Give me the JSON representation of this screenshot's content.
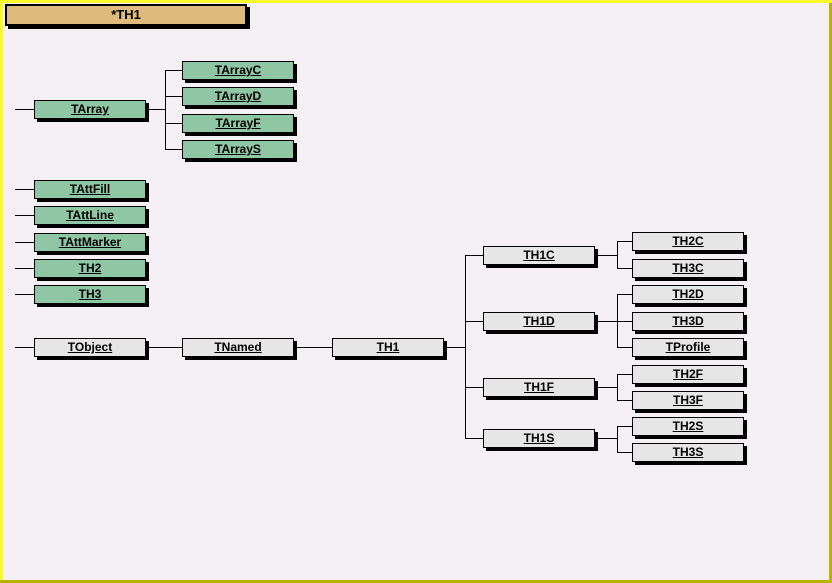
{
  "title": "*TH1",
  "colors": {
    "background": "#f4f0f4",
    "frame_light": "#f8f82a",
    "frame_dark": "#b9b200",
    "title_box": "#deba7d",
    "green_box": "#8fc7a4",
    "gray_box": "#e6e6e6",
    "line": "#000000",
    "text": "#000000"
  },
  "nodes": {
    "tarray": "TArray",
    "tarrayc": "TArrayC",
    "tarrayd": "TArrayD",
    "tarrayf": "TArrayF",
    "tarrays": "TArrayS",
    "tattfill": "TAttFill",
    "tattline": "TAttLine",
    "tattmarker": "TAttMarker",
    "th2": "TH2",
    "th3": "TH3",
    "tobject": "TObject",
    "tnamed": "TNamed",
    "th1": "TH1",
    "th1c": "TH1C",
    "th1d": "TH1D",
    "th1f": "TH1F",
    "th1s": "TH1S",
    "th2c": "TH2C",
    "th3c": "TH3C",
    "th2d": "TH2D",
    "th3d": "TH3D",
    "tprofile": "TProfile",
    "th2f": "TH2F",
    "th3f": "TH3F",
    "th2s": "TH2S",
    "th3s": "TH3S"
  },
  "hierarchy": {
    "roots": [
      {
        "class": "TArray",
        "children": [
          "TArrayC",
          "TArrayD",
          "TArrayF",
          "TArrayS"
        ]
      },
      {
        "class": "TAttFill"
      },
      {
        "class": "TAttLine"
      },
      {
        "class": "TAttMarker"
      },
      {
        "class": "TH2"
      },
      {
        "class": "TH3"
      },
      {
        "class": "TObject",
        "children": [
          {
            "class": "TNamed",
            "children": [
              {
                "class": "TH1",
                "children": [
                  {
                    "class": "TH1C",
                    "children": [
                      "TH2C",
                      "TH3C"
                    ]
                  },
                  {
                    "class": "TH1D",
                    "children": [
                      "TH2D",
                      "TH3D",
                      "TProfile"
                    ]
                  },
                  {
                    "class": "TH1F",
                    "children": [
                      "TH2F",
                      "TH3F"
                    ]
                  },
                  {
                    "class": "TH1S",
                    "children": [
                      "TH2S",
                      "TH3S"
                    ]
                  }
                ]
              }
            ]
          }
        ]
      }
    ]
  }
}
